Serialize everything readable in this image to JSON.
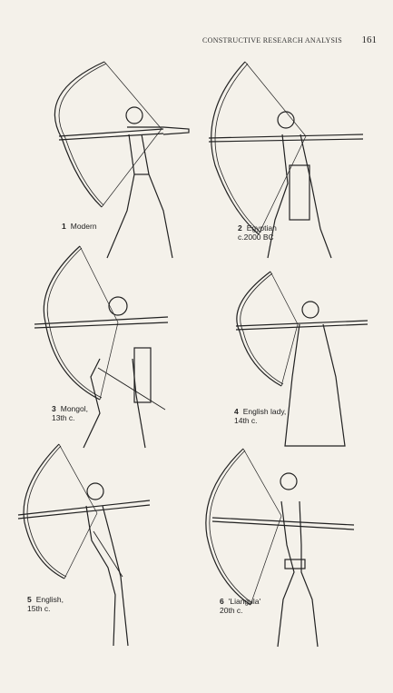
{
  "header": {
    "running_head": "CONSTRUCTIVE RESEARCH ANALYSIS",
    "page_number": "161"
  },
  "figures": [
    {
      "number": "1",
      "lines": [
        "Modern"
      ]
    },
    {
      "number": "2",
      "lines": [
        "Egyptian",
        "c.2000 BC"
      ]
    },
    {
      "number": "3",
      "lines": [
        "Mongol,",
        "13th c."
      ]
    },
    {
      "number": "4",
      "lines": [
        "English lady,",
        "14th c."
      ]
    },
    {
      "number": "5",
      "lines": [
        "English,",
        "15th c."
      ]
    },
    {
      "number": "6",
      "lines": [
        "'Liangula'",
        "20th c."
      ]
    }
  ]
}
